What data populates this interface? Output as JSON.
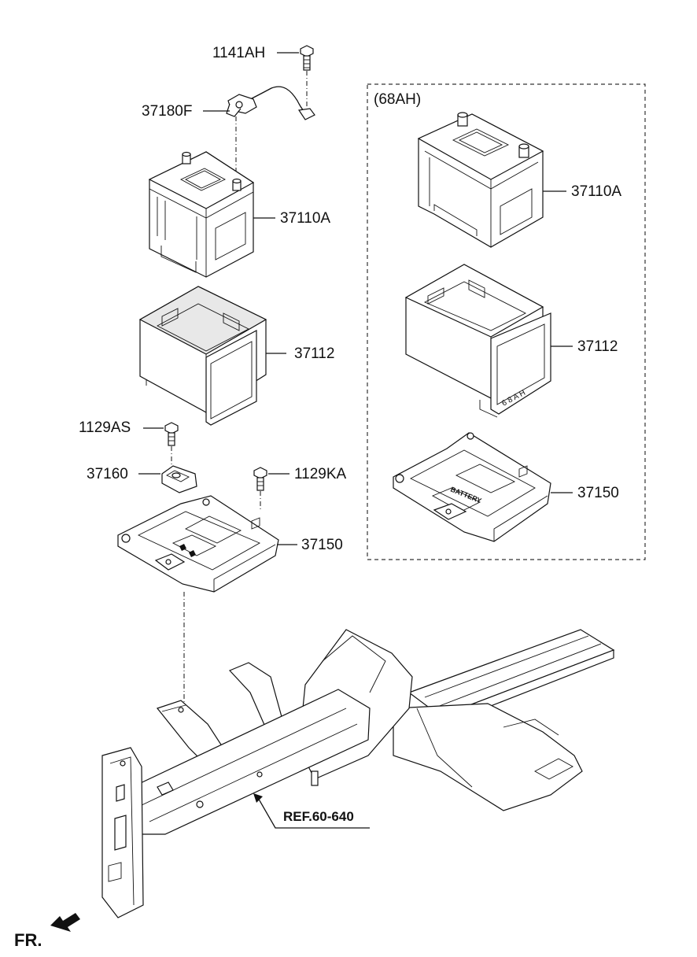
{
  "labels": {
    "bolt_top": "1141AH",
    "cable": "37180F",
    "battery_left": "37110A",
    "cover_left": "37112",
    "bolt_left": "1129AS",
    "clamp": "37160",
    "bolt_right": "1129KA",
    "tray_left": "37150",
    "option_title": "(68AH)",
    "battery_right": "37110A",
    "cover_right": "37112",
    "tray_right": "37150",
    "ref": "REF.60-640",
    "front": "FR."
  },
  "cover_marking": "6 8 A H",
  "tray_marking": "BATTERY"
}
